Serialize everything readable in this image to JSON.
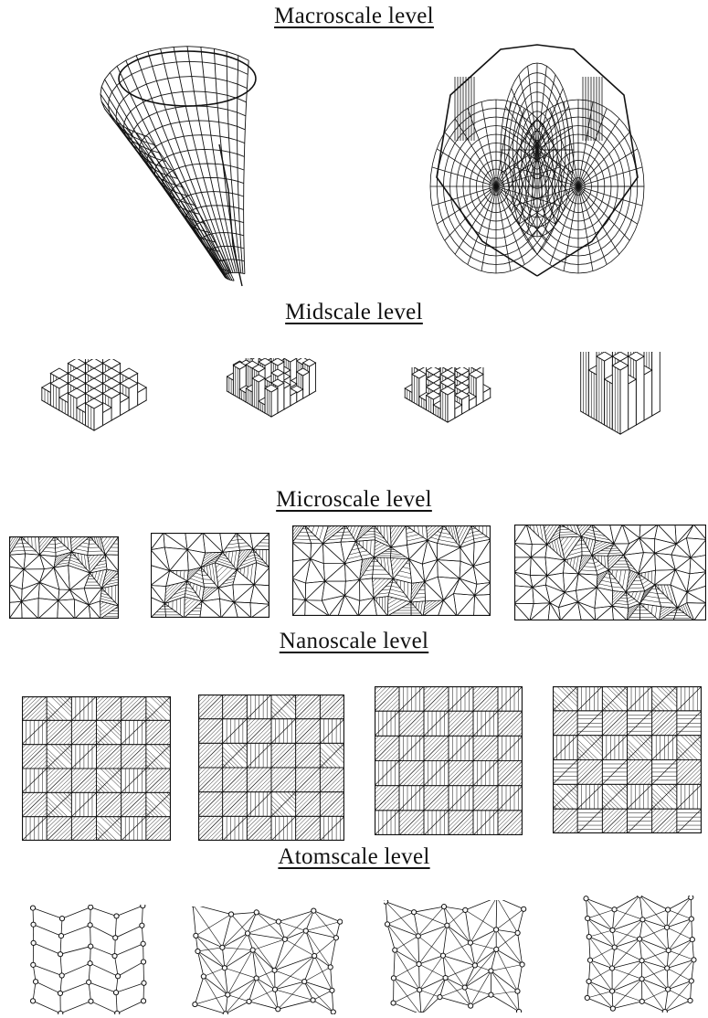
{
  "levels": [
    {
      "title": "Macroscale level"
    },
    {
      "title": "Midscale level"
    },
    {
      "title": "Microscale level"
    },
    {
      "title": "Nanoscale level"
    },
    {
      "title": "Atomscale level"
    }
  ]
}
